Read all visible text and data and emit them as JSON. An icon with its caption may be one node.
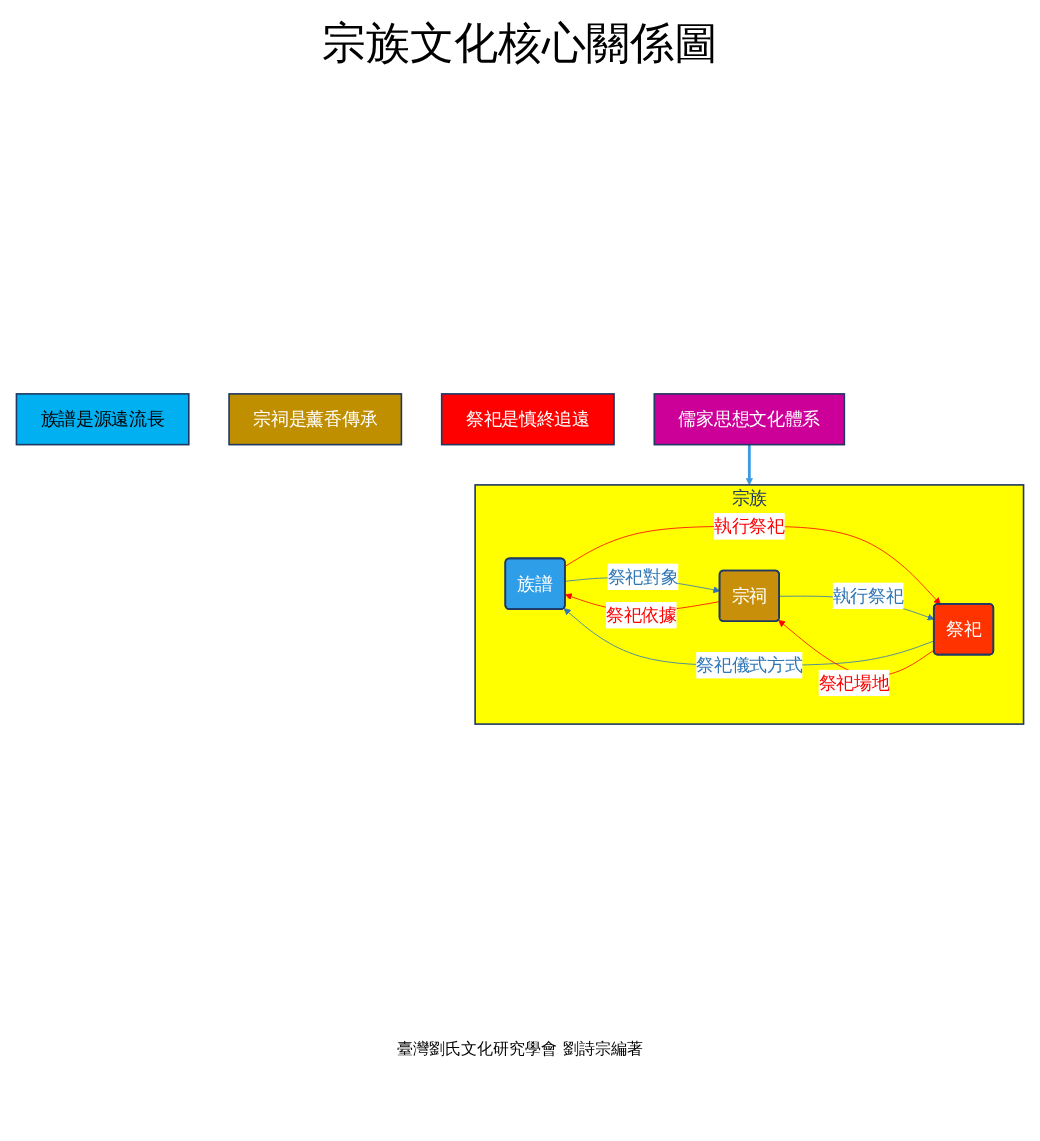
{
  "diagram": {
    "title": "宗族文化核心關係圖",
    "caption": "臺灣劉氏文化研究學會 劉詩宗編著",
    "nodes": [
      {
        "text": [
          "族譜是源遠流長"
        ]
      },
      {
        "text": [
          "宗族"
        ]
      },
      {
        "text": [
          "族譜"
        ],
        "in": 1
      },
      {
        "text": [
          "宗祠是薰香傳承"
        ]
      },
      {
        "text": [
          "祭祀是慎終追遠"
        ]
      },
      {
        "text": [
          "宗祠"
        ],
        "in": 1
      },
      {
        "text": [
          "祭祀"
        ],
        "in": 1
      },
      {
        "text": [
          "儒家思想文化體系"
        ]
      }
    ],
    "edges": [
      {
        "from": 5,
        "to": 2,
        "arrow": "to",
        "label": "祭祀依據",
        "color": "#ff0000"
      },
      {
        "from": 2,
        "to": 5,
        "arrow": "to",
        "label": "祭祀對象",
        "color": "#2e75b6"
      },
      {
        "from": 6,
        "to": 2,
        "arrow": "to",
        "label": "祭祀儀式方式",
        "color": "#2e75b6"
      },
      {
        "from": 2,
        "to": 6,
        "arrow": "to",
        "label": "執行祭祀",
        "color": "#ff0000"
      },
      {
        "from": 5,
        "to": 6,
        "arrow": "to",
        "label": "執行祭祀",
        "color": "#2e75b6"
      },
      {
        "from": 6,
        "to": 5,
        "arrow": "to",
        "label": "祭祀場地",
        "color": "#ff0000"
      },
      {
        "from": 7,
        "to": 1,
        "arrow": "to",
        "style": "thick",
        "color": "#3b9ae1"
      }
    ]
  }
}
